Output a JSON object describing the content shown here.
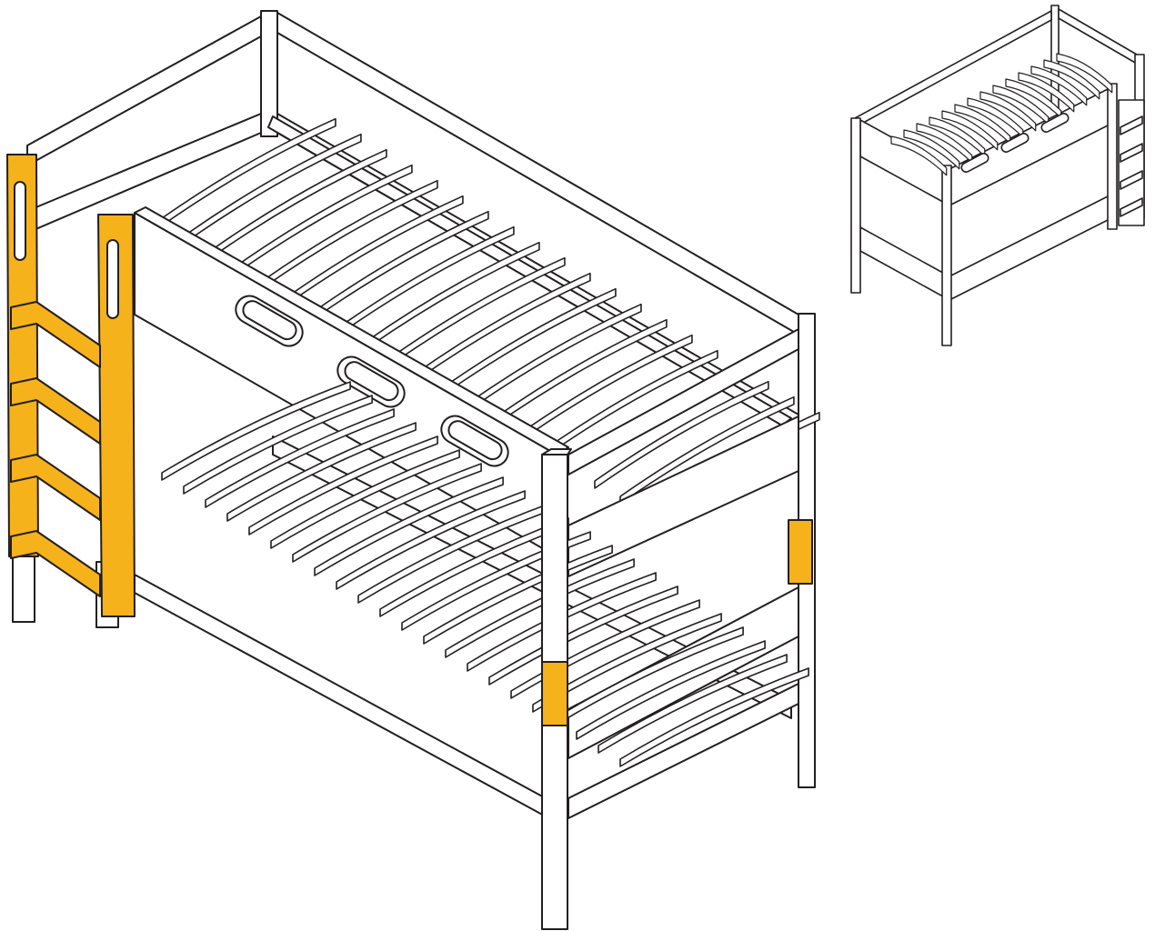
{
  "figure": {
    "kind": "assembly-illustration",
    "subject": "bunk bed",
    "views": [
      {
        "name": "main-view",
        "highlighted_parts": [
          "ladder",
          "post-connector",
          "post-connector"
        ]
      },
      {
        "name": "overview-thumbnail",
        "highlighted_parts": []
      }
    ]
  },
  "colors": {
    "background": "#ffffff",
    "outline": "#231f20",
    "highlight": "#f6b21a"
  },
  "icons": {
    "main": "bunk-bed-exploded-icon",
    "thumbnail": "bunk-bed-overview-icon"
  }
}
